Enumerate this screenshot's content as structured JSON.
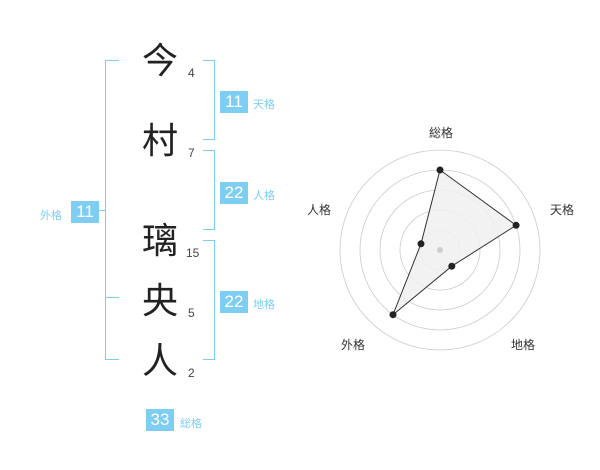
{
  "name": {
    "chars": [
      {
        "char": "今",
        "strokes": "4"
      },
      {
        "char": "村",
        "strokes": "7"
      },
      {
        "char": "璃",
        "strokes": "15"
      },
      {
        "char": "央",
        "strokes": "5"
      },
      {
        "char": "人",
        "strokes": "2"
      }
    ]
  },
  "fortunes": {
    "tenkaku": {
      "value": "11",
      "label": "天格"
    },
    "jinkaku": {
      "value": "22",
      "label": "人格"
    },
    "chikaku": {
      "value": "22",
      "label": "地格"
    },
    "gaikaku": {
      "value": "11",
      "label": "外格"
    },
    "soukaku": {
      "value": "33",
      "label": "総格"
    }
  },
  "colors": {
    "accent": "#7ecef4",
    "text": "#222222",
    "radar_fill": "#f0f0f0",
    "radar_grid": "#cccccc"
  },
  "chart_data": {
    "type": "radar",
    "axes": [
      "総格",
      "天格",
      "地格",
      "外格",
      "人格"
    ],
    "values": [
      4,
      4,
      1,
      4,
      1
    ],
    "rmax": 5,
    "rings": 5
  }
}
